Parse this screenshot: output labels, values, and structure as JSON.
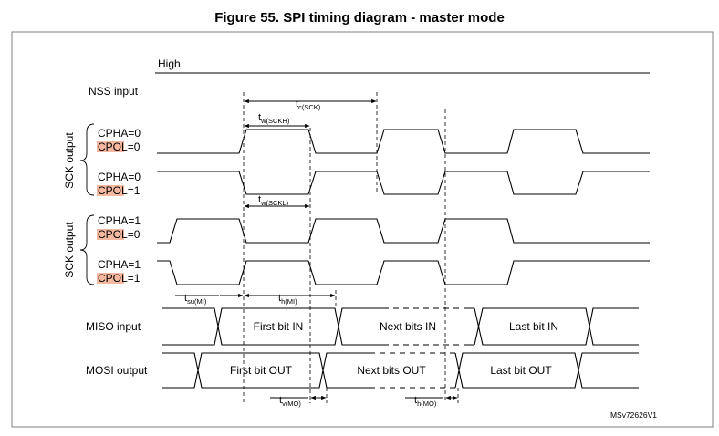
{
  "title": "Figure 55. SPI timing diagram - master mode",
  "nss": {
    "high_label": "High",
    "label": "NSS input"
  },
  "sck_group_label": "SCK output",
  "sck_cpha0": {
    "cpha": "CPHA=0",
    "cpol0": "CPOL",
    "cpol0_val": "=0",
    "cpha_b": "CPHA=0",
    "cpol1": "CPOL",
    "cpol1_val": "=1"
  },
  "sck_cpha1": {
    "cpha": "CPHA=1",
    "cpol0": "CPOL",
    "cpol0_val": "=0",
    "cpha_b": "CPHA=1",
    "cpol1": "CPOL",
    "cpol1_val": "=1"
  },
  "miso": {
    "label": "MISO input",
    "first": "First bit IN",
    "next": "Next bits IN",
    "last": "Last bit IN"
  },
  "mosi": {
    "label": "MOSI output",
    "first": "First bit OUT",
    "next": "Next bits OUT",
    "last": "Last bit OUT"
  },
  "timing": {
    "t_sck": {
      "t": "t",
      "sub": "c(SCK)"
    },
    "t_sckh": {
      "t": "t",
      "sub": "w(SCKH)"
    },
    "t_sckl": {
      "t": "t",
      "sub": "w(SCKL)"
    },
    "t_su": {
      "t": "t",
      "sub": "su(MI)"
    },
    "t_h_mi": {
      "t": "t",
      "sub": "h(MI)"
    },
    "t_v_mo": {
      "t": "t",
      "sub": "v(MO)"
    },
    "t_h_mo": {
      "t": "t",
      "sub": "h(MO)"
    }
  },
  "reference": "MSv72626V1"
}
